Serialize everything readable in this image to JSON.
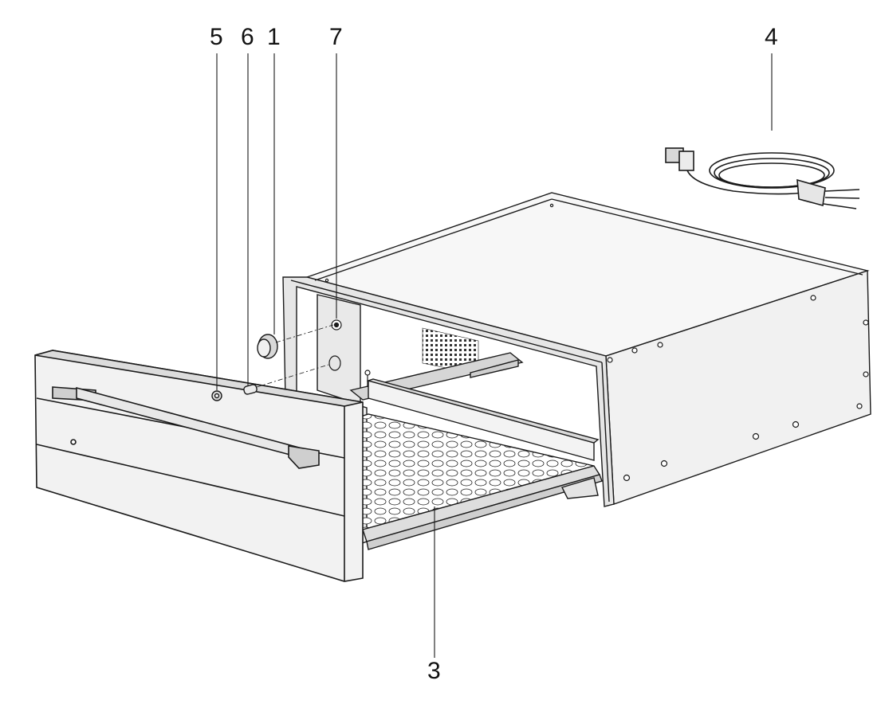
{
  "callouts": [
    {
      "id": "callout-5",
      "label": "5"
    },
    {
      "id": "callout-6",
      "label": "6"
    },
    {
      "id": "callout-1",
      "label": "1"
    },
    {
      "id": "callout-7",
      "label": "7"
    },
    {
      "id": "callout-4",
      "label": "4"
    },
    {
      "id": "callout-3",
      "label": "3"
    }
  ],
  "colors": {
    "line": "#1a1a1a",
    "fill_light": "#f4f4f4",
    "fill_mid": "#e2e2e2",
    "fill_dark": "#bdbdbd"
  },
  "parts": [
    {
      "name": "warming-drawer-housing",
      "label": ""
    },
    {
      "name": "drawer-front-panel",
      "label": ""
    },
    {
      "name": "drawer-handle",
      "label": ""
    },
    {
      "name": "perforated-tray",
      "label": ""
    },
    {
      "name": "control-knob",
      "label": ""
    },
    {
      "name": "indicator-lamp",
      "label": ""
    },
    {
      "name": "power-cord",
      "label": ""
    }
  ]
}
